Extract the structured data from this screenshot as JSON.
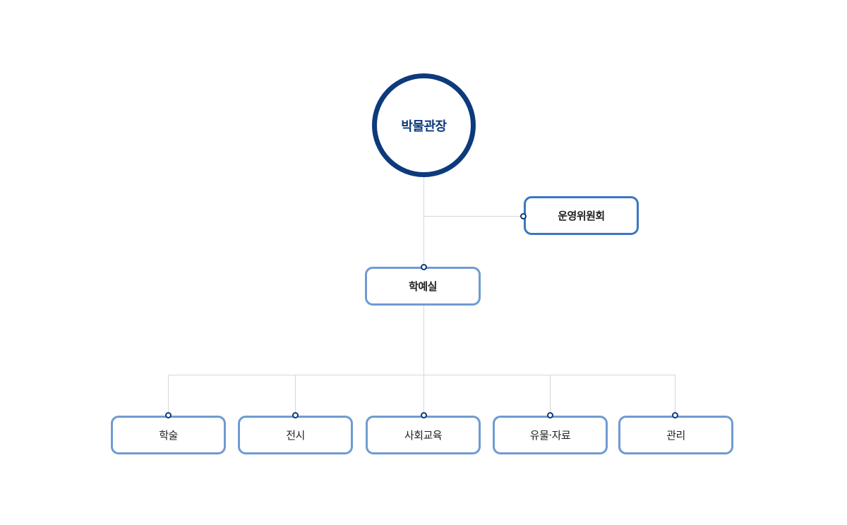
{
  "org_chart": {
    "root": {
      "label": "박물관장"
    },
    "committee": {
      "label": "운영위원회"
    },
    "office": {
      "label": "학예실"
    },
    "departments": [
      {
        "label": "학술"
      },
      {
        "label": "전시"
      },
      {
        "label": "사회교육"
      },
      {
        "label": "유물·자료"
      },
      {
        "label": "관리"
      }
    ]
  },
  "colors": {
    "root_border": "#0d3a7c",
    "box_border": "#6f9bd1",
    "committee_border": "#3a78bf",
    "connector_line": "#d6d6d6",
    "connector_dot": "#0d3a7c"
  }
}
